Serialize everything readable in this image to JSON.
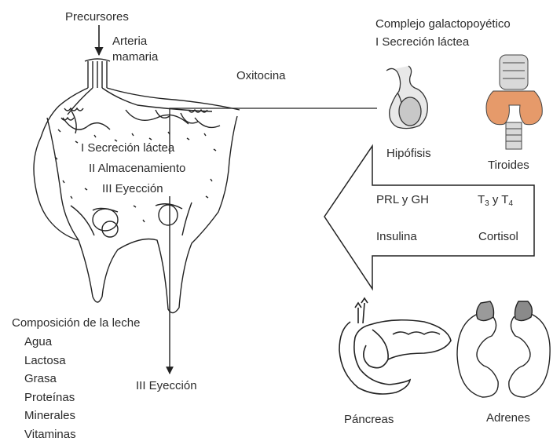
{
  "top": {
    "precursors": "Precursores",
    "artery_line1": "Arteria",
    "artery_line2": "mamaria",
    "oxytocin": "Oxitocina"
  },
  "gland": {
    "stage1": "I Secreción láctea",
    "stage2": "II Almacenamiento",
    "stage3": "III Eyección"
  },
  "complex": {
    "line1": "Complejo galactopoyético",
    "line2": "I Secreción láctea"
  },
  "organs": {
    "pituitary": "Hipófisis",
    "thyroid": "Tiroides",
    "pancreas": "Páncreas",
    "adrenals": "Adrenes"
  },
  "hormones": {
    "prl_gh": "PRL y GH",
    "t3_prefix": "T",
    "t3_sub": "3",
    "t3_mid": " y T",
    "t4_sub": "4",
    "insulin": "Insulina",
    "cortisol": "Cortisol"
  },
  "milk": {
    "title": "Composición de la leche",
    "items": [
      "Agua",
      "Lactosa",
      "Grasa",
      "Proteínas",
      "Minerales",
      "Vitaminas"
    ]
  },
  "ejection": "III Eyección",
  "colors": {
    "line": "#222222",
    "thyroid": "#e69a6a",
    "trachea": "#d9d9d9"
  }
}
